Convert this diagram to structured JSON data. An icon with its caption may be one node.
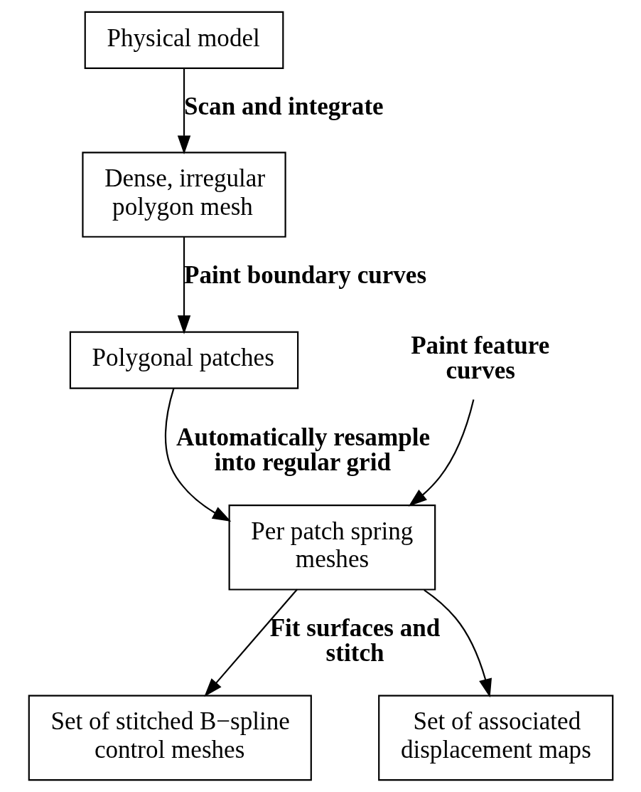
{
  "diagram": {
    "nodes": [
      {
        "text": [
          "Physical model"
        ]
      },
      {
        "text": [
          "Dense, irregular polygon mesh"
        ]
      },
      {
        "text": [
          "Polygonal patches"
        ]
      },
      {
        "text": [
          "Per patch spring meshes"
        ]
      },
      {
        "text": [
          "Set of stitched B−spline control meshes"
        ]
      },
      {
        "text": [
          "Set of associated displacement maps"
        ]
      },
      {
        "text": [
          "Paint feature curves"
        ]
      }
    ],
    "edges": [
      {
        "from": 0,
        "to": 1,
        "arrow": "to",
        "label": "Scan and integrate"
      },
      {
        "from": 1,
        "to": 2,
        "arrow": "to",
        "label": "Paint boundary curves"
      },
      {
        "from": 2,
        "to": 3,
        "arrow": "to",
        "label": "Automatically resample into regular grid"
      },
      {
        "from": 6,
        "to": 3,
        "arrow": "to"
      },
      {
        "from": 3,
        "to": 4,
        "arrow": "to",
        "label": "Fit surfaces and stitch"
      },
      {
        "from": 3,
        "to": 5,
        "arrow": "to"
      }
    ]
  }
}
